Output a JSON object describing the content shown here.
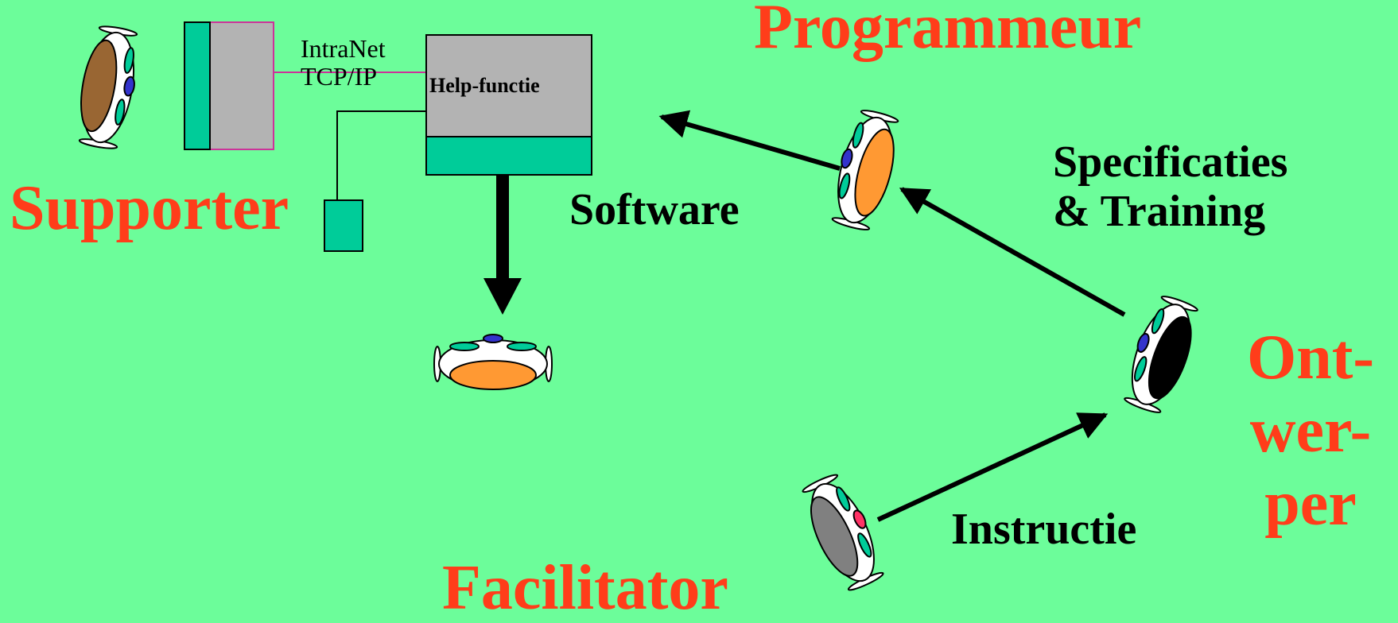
{
  "roles": {
    "programmeur": "Programmeur",
    "supporter": "Supporter",
    "facilitator": "Facilitator",
    "ontwerper": [
      "Ont-",
      "wer-",
      "per"
    ]
  },
  "flows": {
    "software": "Software",
    "specificaties": [
      "Specificaties",
      "& Training"
    ],
    "instructie": "Instructie"
  },
  "network": {
    "line1": "IntraNet",
    "line2": "TCP/IP",
    "server_label": "Help-functie"
  },
  "colors": {
    "background": "#6cfd9a",
    "role_text": "#ff3d1a",
    "teal": "#00cc99",
    "gray": "#b3b3b3",
    "orange": "#ff9933",
    "brown": "#996633",
    "blue": "#3333cc",
    "magenta": "#ff3366"
  },
  "icons": [
    "person-topview-supporter",
    "person-topview-programmeur",
    "person-topview-facilitator",
    "person-topview-ontwerper",
    "person-topview-instructor"
  ]
}
